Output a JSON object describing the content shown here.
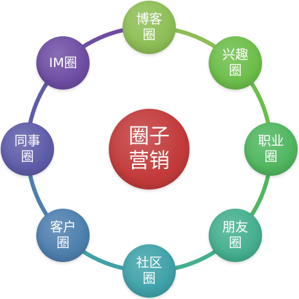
{
  "center": {
    "lines": [
      "圈子",
      "营销"
    ],
    "color": "#C23A3A"
  },
  "nodes": [
    {
      "lines": [
        "博客",
        "圈"
      ],
      "color": "#8DBE55"
    },
    {
      "lines": [
        "兴趣",
        "圈"
      ],
      "color": "#6CBE4A"
    },
    {
      "lines": [
        "职业",
        "圈"
      ],
      "color": "#50B65F"
    },
    {
      "lines": [
        "朋友",
        "圈"
      ],
      "color": "#45AF8F"
    },
    {
      "lines": [
        "社区",
        "圈"
      ],
      "color": "#3FA2A9"
    },
    {
      "lines": [
        "客户",
        "圈"
      ],
      "color": "#4D7FAE"
    },
    {
      "lines": [
        "同事",
        "圈"
      ],
      "color": "#5E5CA8"
    },
    {
      "lines": [
        "IM圈"
      ],
      "color": "#6E4DA3"
    }
  ],
  "ring_colors": [
    "#8DBE55",
    "#6CBE4A",
    "#50B65F",
    "#45AF8F",
    "#3FA2A9",
    "#4D7FAE",
    "#5E5CA8",
    "#6E4DA3"
  ]
}
